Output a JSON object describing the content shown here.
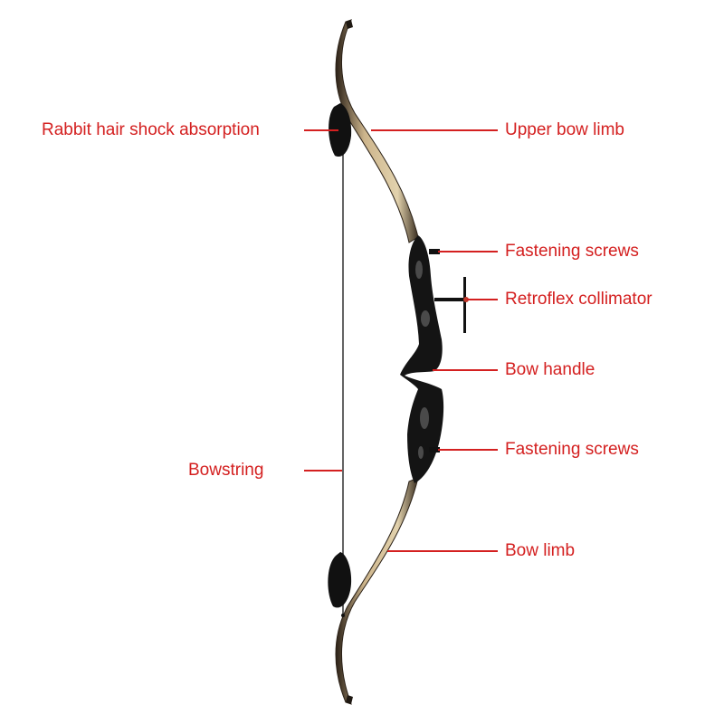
{
  "colors": {
    "label": "#d42020",
    "leader": "#d42020",
    "limb_light": "#cdb58c",
    "limb_dark": "#2a2016",
    "riser": "#141414",
    "string": "#222222",
    "background": "#ffffff"
  },
  "labels": {
    "rabbit_hair": "Rabbit hair shock absorption",
    "upper_limb": "Upper bow limb",
    "fastening_top": "Fastening screws",
    "collimator": "Retroflex collimator",
    "handle": "Bow handle",
    "fastening_bottom": "Fastening screws",
    "bowstring": "Bowstring",
    "bow_limb": "Bow limb"
  }
}
